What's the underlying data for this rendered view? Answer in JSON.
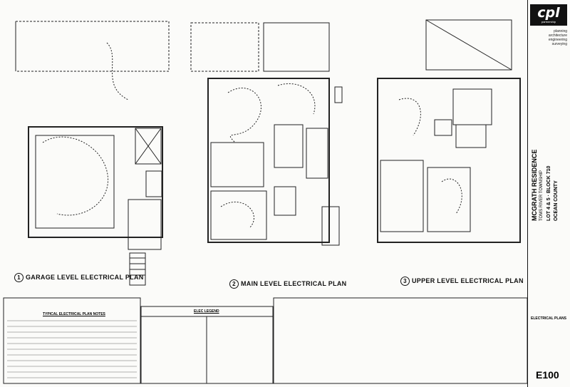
{
  "plans": [
    {
      "number": "1",
      "title": "GARAGE LEVEL ELECTRICAL PLAN"
    },
    {
      "number": "2",
      "title": "MAIN LEVEL ELECTRICAL PLAN"
    },
    {
      "number": "3",
      "title": "UPPER LEVEL ELECTRICAL PLAN"
    }
  ],
  "notes": {
    "title": "TYPICAL ELECTRICAL PLAN NOTES"
  },
  "legend": {
    "title": "ELEC LEGEND"
  },
  "title_block": {
    "logo": "cpl",
    "logo_sub": "partnership",
    "services": [
      "planning",
      "architecture",
      "engineering",
      "surveying"
    ],
    "project": "MCGRATH RESIDENCE",
    "township": "TOMS RIVER TOWNSHIP",
    "lot_block": "LOT 4 & 5 · BLOCK 710",
    "county": "OCEAN COUNTY",
    "sheet_title": "ELECTRICAL PLANS",
    "sheet_number": "E100"
  },
  "colors": {
    "ink": "#111111",
    "paper": "#fbfbf9"
  }
}
